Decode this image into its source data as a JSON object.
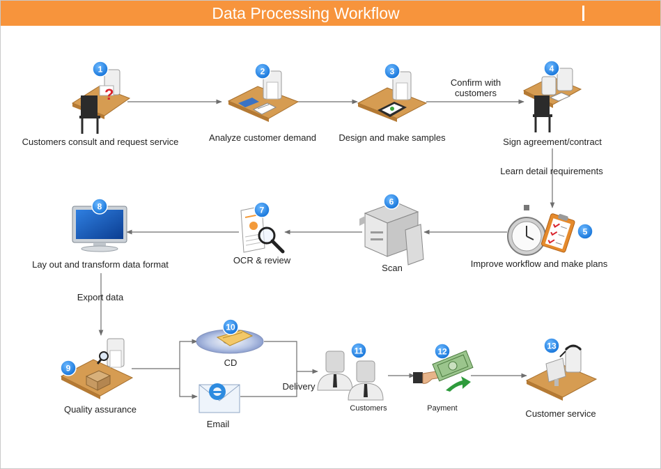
{
  "title": "Data Processing Workflow",
  "colors": {
    "header": "#f7943c",
    "badge": "#1e7fe0",
    "connector": "#6e6e6e",
    "desk": "#d69c52"
  },
  "steps": [
    {
      "number": "1",
      "label": "Customers consult and request service",
      "icon": "consultation-icon"
    },
    {
      "number": "2",
      "label": "Analyze customer demand",
      "icon": "analysis-desk-icon"
    },
    {
      "number": "3",
      "label": "Design and make samples",
      "icon": "design-desk-icon"
    },
    {
      "number": "4",
      "label": "Sign agreement/contract",
      "icon": "contract-desk-icon"
    },
    {
      "number": "5",
      "label": "Improve workflow and make plans",
      "icon": "stopwatch-clipboard-icon"
    },
    {
      "number": "6",
      "label": "Scan",
      "icon": "scanner-icon"
    },
    {
      "number": "7",
      "label": "OCR & review",
      "icon": "ocr-magnifier-icon"
    },
    {
      "number": "8",
      "label": "Lay out and transform data  format",
      "icon": "monitor-icon"
    },
    {
      "number": "9",
      "label": "Quality assurance",
      "icon": "quality-inspection-icon"
    },
    {
      "number": "10",
      "label": "CD",
      "icon": "cd-icon"
    },
    {
      "number": "11",
      "label": "Customers",
      "icon": "customers-icon"
    },
    {
      "number": "12",
      "label": "Payment",
      "icon": "payment-icon"
    },
    {
      "number": "13",
      "label": "Customer service",
      "icon": "headset-agent-icon"
    }
  ],
  "email_label": "Email",
  "connector_labels": {
    "confirm": "Confirm with\ncustomers",
    "learn": "Learn detail requirements",
    "export": "Export data",
    "delivery": "Delivery"
  }
}
